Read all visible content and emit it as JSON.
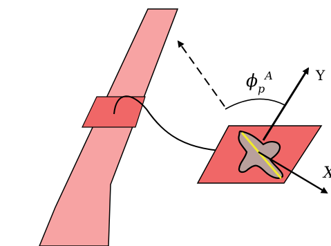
{
  "labels": {
    "phi_symbol": "ϕ",
    "phi_subscript": "p",
    "phi_superscript": "A",
    "y_axis": "Y",
    "x_axis": "X"
  },
  "colors": {
    "blade_fill": "#f7a3a3",
    "section_fill": "#f06767",
    "plane_fill": "#f06767",
    "cross_section_fill": "#b9a09c",
    "chord_line": "#f2ec2a",
    "outline": "#000000"
  },
  "icons": {
    "reference_arrow": "dashed-arrow",
    "angle_arc": "arc",
    "curved_connector": "curved-arrow"
  }
}
